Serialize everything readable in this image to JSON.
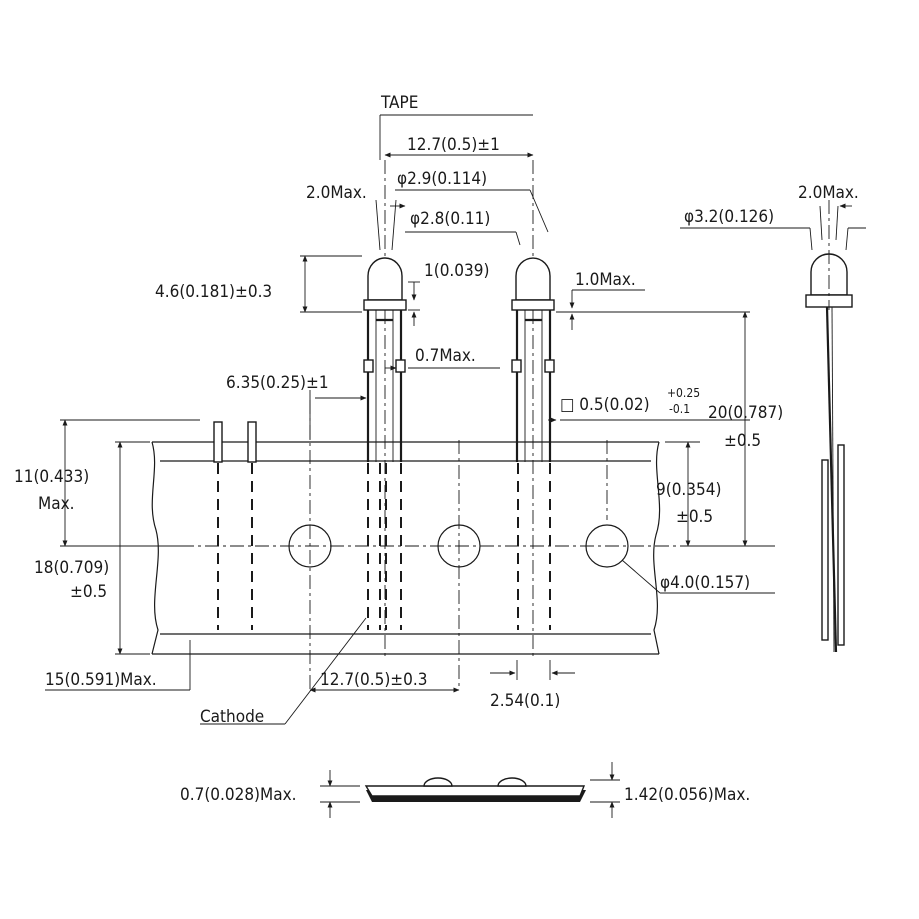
{
  "labels": {
    "tape": "TAPE",
    "pitch_top": "12.7(0.5)±1",
    "dia_29": "φ2.9(0.114)",
    "dia_28": "φ2.8(0.11)",
    "max20_left": "2.0Max.",
    "h46": "4.6(0.181)±0.3",
    "d1": "1(0.039)",
    "max10": "1.0Max.",
    "max07": "0.7Max.",
    "d635": "6.35(0.25)±1",
    "sq05": "□ 0.5(0.02)",
    "sq05_plus": "+0.25",
    "sq05_minus": "-0.1",
    "d20": "20(0.787)",
    "d20_tol": "±0.5",
    "d11": "11(0.433)",
    "d11_max": "Max.",
    "d9": "9(0.354)",
    "d9_tol": "±0.5",
    "d18": "18(0.709)",
    "d18_tol": "±0.5",
    "hole": "φ4.0(0.157)",
    "d15": "15(0.591)Max.",
    "pitch_bottom": "12.7(0.5)±0.3",
    "d254": "2.54(0.1)",
    "cathode": "Cathode",
    "side_dia": "φ3.2(0.126)",
    "side_max": "2.0Max.",
    "bottom_left": "0.7(0.028)Max.",
    "bottom_right": "1.42(0.056)Max."
  }
}
